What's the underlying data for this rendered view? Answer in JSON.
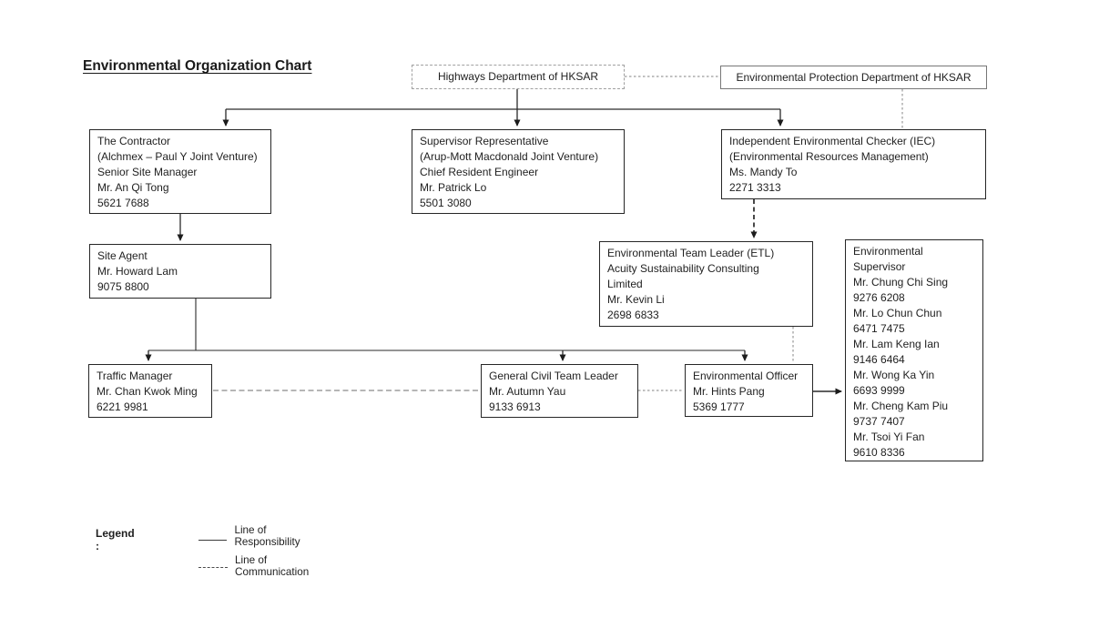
{
  "title": "Environmental Organization Chart",
  "colors": {
    "background": "#ffffff",
    "box_border": "#262626",
    "responsibility_line": "#222222",
    "communication_line": "#8a8a8a",
    "text": "#1f1f1f"
  },
  "boxes": {
    "highways_dept": {
      "lines": [
        "Highways Department of HKSAR"
      ]
    },
    "epd": {
      "lines": [
        "Environmental Protection Department of HKSAR"
      ]
    },
    "contractor": {
      "lines": [
        "The Contractor",
        "(Alchmex – Paul Y Joint Venture)",
        "Senior Site Manager",
        "Mr. An Qi Tong",
        "5621 7688"
      ]
    },
    "supervisor_rep": {
      "lines": [
        "Supervisor Representative",
        "(Arup-Mott Macdonald Joint Venture)",
        "Chief Resident Engineer",
        "Mr. Patrick Lo",
        "5501 3080"
      ]
    },
    "iec": {
      "lines": [
        "Independent Environmental Checker (IEC)",
        "(Environmental Resources Management)",
        "Ms. Mandy To",
        "2271 3313"
      ]
    },
    "site_agent": {
      "lines": [
        "Site Agent",
        "Mr. Howard Lam",
        "9075 8800"
      ]
    },
    "etl": {
      "lines": [
        "Environmental Team Leader (ETL)",
        "Acuity Sustainability Consulting",
        "Limited",
        "Mr. Kevin Li",
        "2698 6833"
      ]
    },
    "env_supervisor": {
      "lines": [
        "Environmental",
        "Supervisor",
        "Mr. Chung Chi Sing",
        "9276 6208",
        "Mr. Lo Chun Chun",
        "6471 7475",
        "Mr. Lam Keng Ian",
        "9146 6464",
        "Mr. Wong Ka Yin",
        "6693 9999",
        "Mr. Cheng Kam Piu",
        "9737 7407",
        "Mr. Tsoi Yi Fan",
        "9610 8336"
      ]
    },
    "traffic_manager": {
      "lines": [
        "Traffic Manager",
        "Mr. Chan Kwok Ming",
        "6221 9981"
      ]
    },
    "general_civil_team_leader": {
      "lines": [
        "General Civil Team Leader",
        "Mr. Autumn Yau",
        "9133 6913"
      ]
    },
    "env_officer": {
      "lines": [
        "Environmental Officer",
        "Mr. Hints Pang",
        "5369 1777"
      ]
    }
  },
  "legend": {
    "label": "Legend :",
    "items": [
      {
        "style": "solid",
        "label": "Line of Responsibility"
      },
      {
        "style": "dashed",
        "label": "Line of Communication"
      }
    ]
  }
}
